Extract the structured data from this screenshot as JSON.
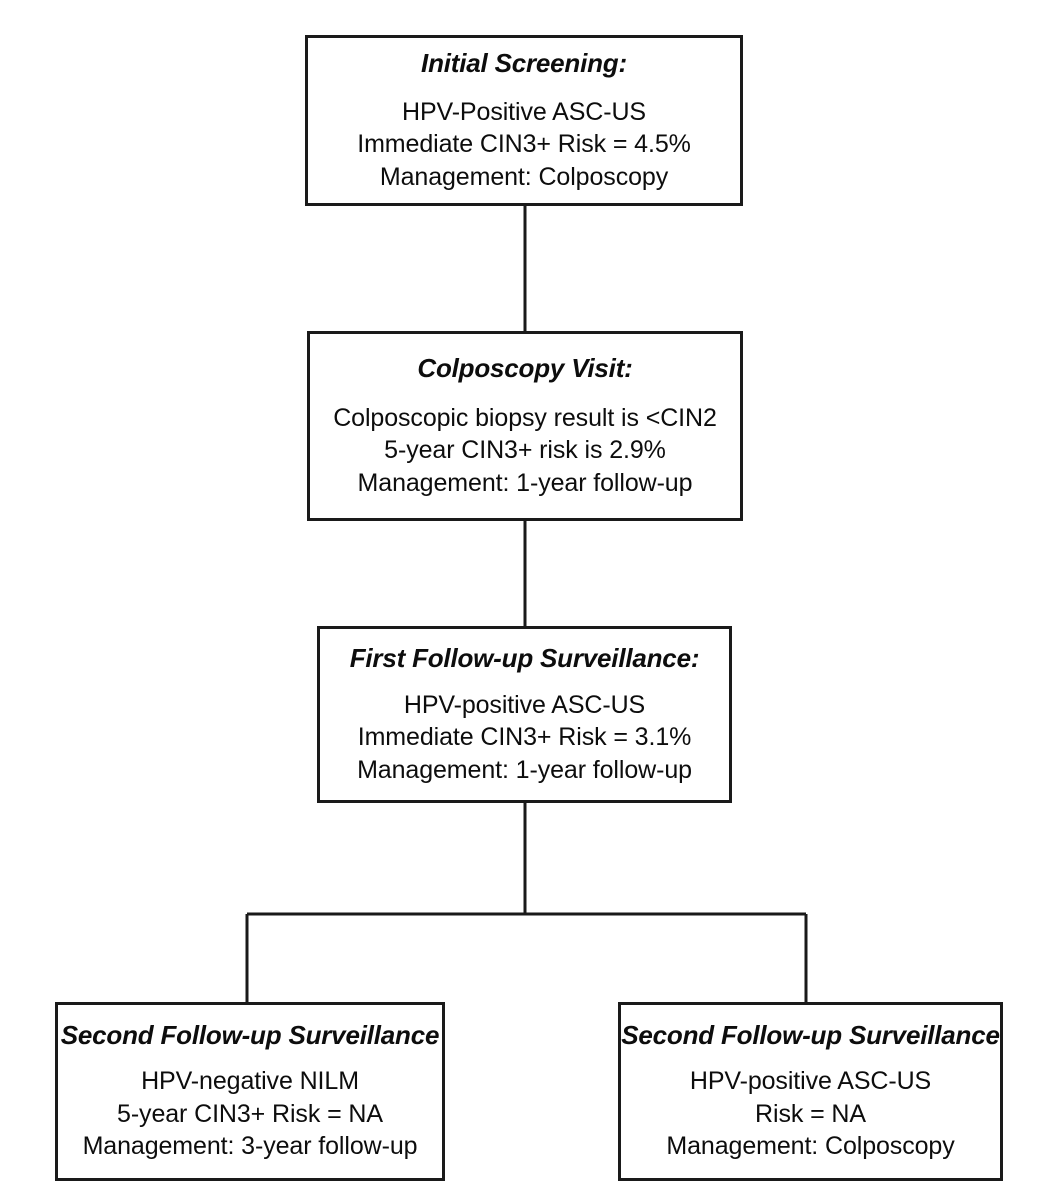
{
  "diagram": {
    "type": "flowchart",
    "orientation": "top-to-bottom",
    "stroke_color": "#1a1a1a",
    "background_color": "#ffffff",
    "text_color": "#0d0d0d",
    "nodes": [
      {
        "id": "initial-screening",
        "title": "Initial Screening:",
        "lines": [
          "HPV-Positive ASC-US",
          "Immediate CIN3+ Risk = 4.5%",
          "Management: Colposcopy"
        ],
        "result": "HPV-Positive ASC-US",
        "risk_label": "Immediate CIN3+ Risk",
        "risk_value": "4.5%",
        "management": "Colposcopy"
      },
      {
        "id": "colposcopy-visit",
        "title": "Colposcopy Visit:",
        "lines": [
          "Colposcopic biopsy result is <CIN2",
          "5-year CIN3+ risk is 2.9%",
          "Management: 1-year follow-up"
        ],
        "result": "Colposcopic biopsy result is <CIN2",
        "risk_label": "5-year CIN3+ risk",
        "risk_value": "2.9%",
        "management": "1-year follow-up"
      },
      {
        "id": "first-followup",
        "title": "First Follow-up Surveillance:",
        "lines": [
          "HPV-positive ASC-US",
          "Immediate CIN3+ Risk = 3.1%",
          "Management: 1-year follow-up"
        ],
        "result": "HPV-positive ASC-US",
        "risk_label": "Immediate CIN3+ Risk",
        "risk_value": "3.1%",
        "management": "1-year follow-up"
      },
      {
        "id": "second-followup-left",
        "title": "Second Follow-up Surveillance",
        "lines": [
          "HPV-negative NILM",
          "5-year CIN3+ Risk = NA",
          "Management: 3-year follow-up"
        ],
        "result": "HPV-negative NILM",
        "risk_label": "5-year CIN3+ Risk",
        "risk_value": "NA",
        "management": "3-year follow-up"
      },
      {
        "id": "second-followup-right",
        "title": "Second Follow-up Surveillance",
        "lines": [
          "HPV-positive ASC-US",
          "Risk = NA",
          "Management: Colposcopy"
        ],
        "result": "HPV-positive ASC-US",
        "risk_label": "Risk",
        "risk_value": "NA",
        "management": "Colposcopy"
      }
    ],
    "edges": [
      {
        "from": "initial-screening",
        "to": "colposcopy-visit",
        "style": "straight"
      },
      {
        "from": "colposcopy-visit",
        "to": "first-followup",
        "style": "straight"
      },
      {
        "from": "first-followup",
        "to": "second-followup-left",
        "style": "elbow-split"
      },
      {
        "from": "first-followup",
        "to": "second-followup-right",
        "style": "elbow-split"
      }
    ]
  }
}
